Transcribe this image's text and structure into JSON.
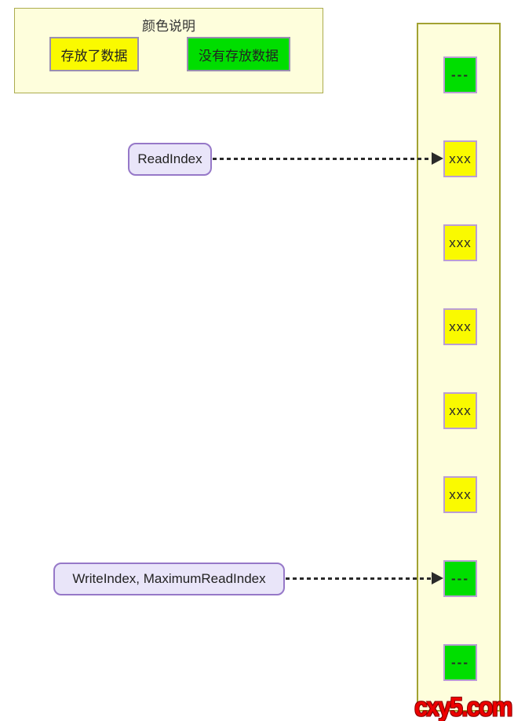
{
  "legend": {
    "title": "颜色说明",
    "filled_label": "存放了数据",
    "empty_label": "没有存放数据"
  },
  "pointers": {
    "read": {
      "label": "ReadIndex"
    },
    "write": {
      "label": "WriteIndex, MaximumReadIndex"
    }
  },
  "buffer": {
    "cells": [
      {
        "text": "---",
        "state": "empty"
      },
      {
        "text": "xxx",
        "state": "filled"
      },
      {
        "text": "xxx",
        "state": "filled"
      },
      {
        "text": "xxx",
        "state": "filled"
      },
      {
        "text": "xxx",
        "state": "filled"
      },
      {
        "text": "xxx",
        "state": "filled"
      },
      {
        "text": "---",
        "state": "empty"
      },
      {
        "text": "---",
        "state": "empty"
      }
    ]
  },
  "watermark": "cxy5.com",
  "colors": {
    "filled_cell": "#FAFA00",
    "empty_cell": "#00DE00",
    "panel_bg": "#FEFEDC",
    "panel_border": "#A2A232",
    "cell_border": "#BA9DD6",
    "pointer_bg": "#E9E5F9",
    "pointer_border": "#9678C8",
    "arrow": "#2A2A2A",
    "watermark_red": "#EE0000"
  }
}
